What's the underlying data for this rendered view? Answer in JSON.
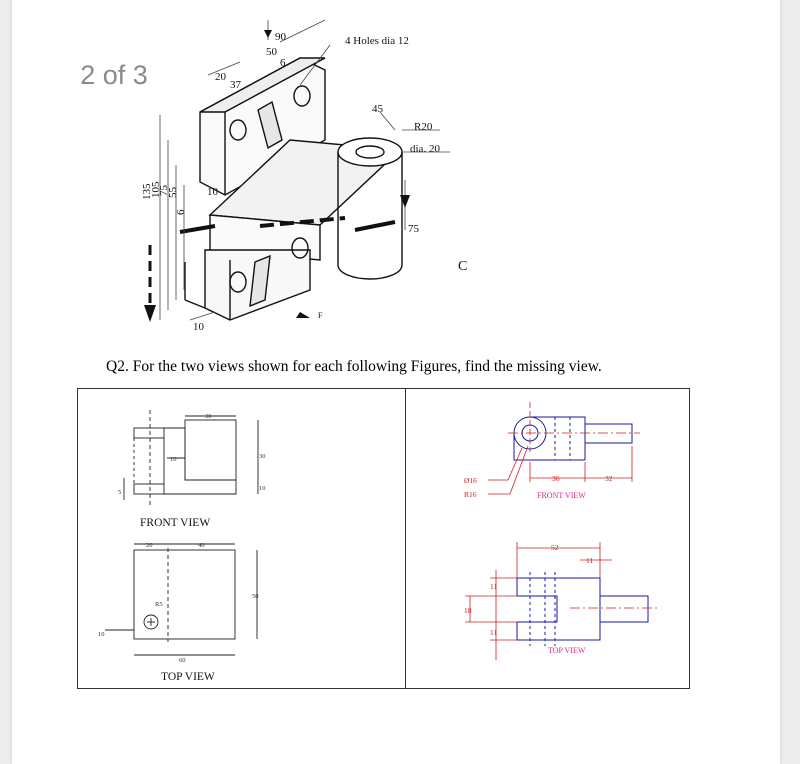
{
  "page_indicator": "2 of 3",
  "isometric": {
    "holes_label": "4 Holes dia 12",
    "dims": [
      "90",
      "50",
      "6",
      "20",
      "37",
      "45",
      "R20",
      "dia. 20",
      "75",
      "135",
      "105",
      "75",
      "55",
      "6",
      "10",
      "10"
    ],
    "letter": "C",
    "arrow_letter": "F"
  },
  "question": "Q2. For the two views shown for each following Figures, find the missing view.",
  "fig1": {
    "front_dims": {
      "width": "30",
      "slot": "10",
      "height": "30",
      "base": "10",
      "left": "5"
    },
    "front_label": "FRONT VIEW",
    "top_dims": {
      "a": "20",
      "b": "40",
      "depth": "50",
      "radius": "R5",
      "off": "10",
      "width": "60"
    },
    "top_label": "TOP VIEW"
  },
  "fig2": {
    "front_dims": {
      "dia": "Ø16",
      "rad": "R16",
      "a": "36",
      "b": "32"
    },
    "front_label": "FRONT VIEW",
    "top_dims": {
      "len": "52",
      "lug": "11",
      "t1": "11",
      "slot": "18",
      "t2": "11"
    },
    "top_label": "TOP VIEW"
  }
}
